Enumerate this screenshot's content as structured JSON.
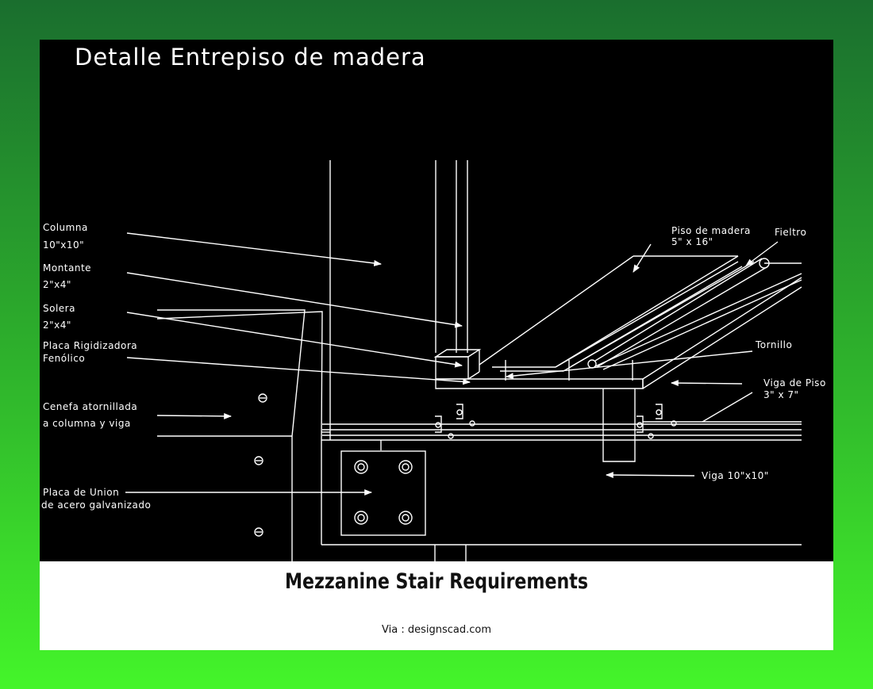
{
  "diagram": {
    "title": "Detalle Entrepiso de madera",
    "labels": {
      "columna": "Columna",
      "columna_size": "10\"x10\"",
      "montante": "Montante",
      "montante_size": "2\"x4\"",
      "solera": "Solera",
      "solera_size": "2\"x4\"",
      "placa_rig_1": "Placa Rigidizadora",
      "placa_rig_2": "Fenólico",
      "cenefa_1": "Cenefa atornillada",
      "cenefa_2": "a columna y viga",
      "placa_union_1": "Placa de Union",
      "placa_union_2": "de acero galvanizado",
      "piso_1": "Piso de madera",
      "piso_2": "5\" x 16\"",
      "fieltro": "Fieltro",
      "tornillo": "Tornillo",
      "viga_piso_1": "Viga de Piso",
      "viga_piso_2": "3\" x 7\"",
      "viga": "Viga 10\"x10\""
    }
  },
  "caption": {
    "title": "Mezzanine Stair Requirements",
    "via": "Via : designscad.com"
  },
  "colors": {
    "background_top": "#1a6e2e",
    "background_bottom": "#44f52a",
    "drawing_bg": "#000000",
    "line": "#ffffff"
  }
}
